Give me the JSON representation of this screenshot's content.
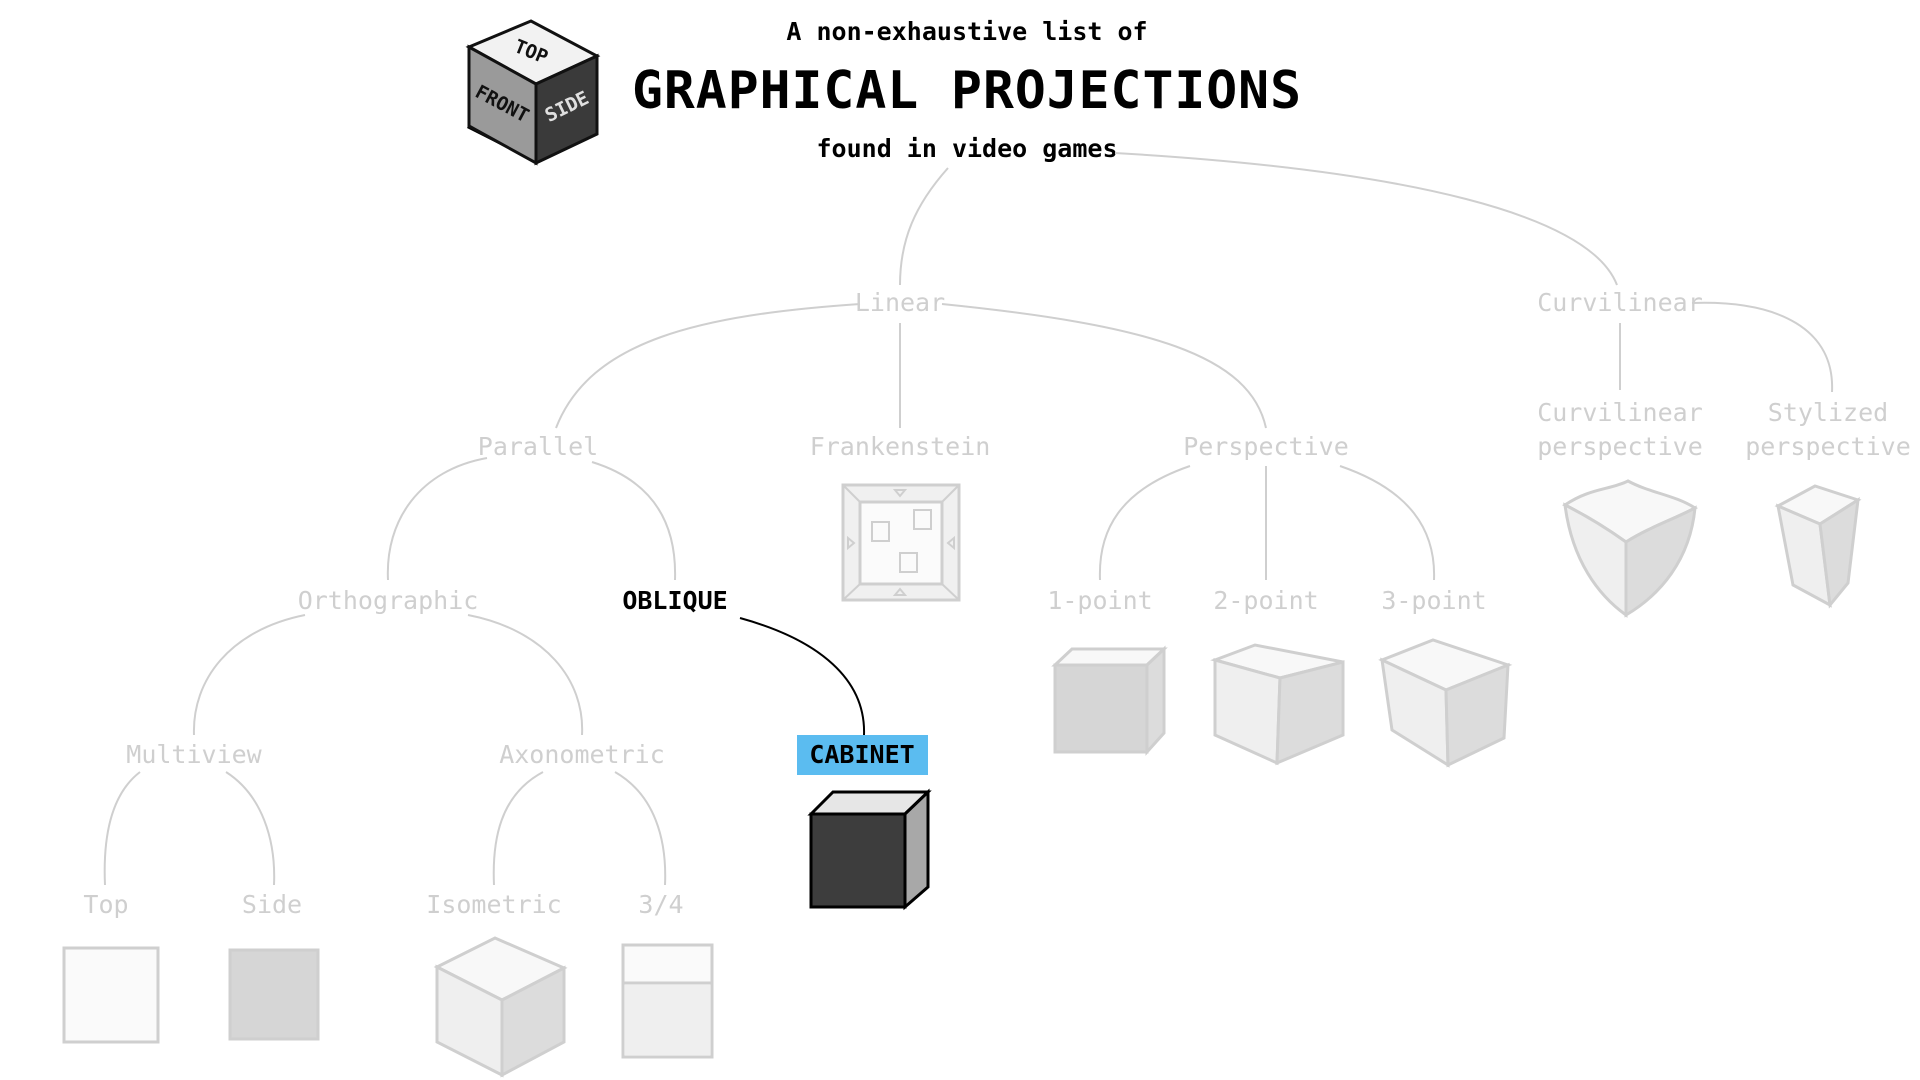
{
  "header": {
    "pre_title": "A non-exhaustive list of",
    "title": "GRAPHICAL PROJECTIONS",
    "subtitle": "found in video games"
  },
  "logo": {
    "top": "TOP",
    "front": "FRONT",
    "side": "SIDE"
  },
  "nodes": {
    "linear": "Linear",
    "curvilinear": "Curvilinear",
    "parallel": "Parallel",
    "frankenstein": "Frankenstein",
    "perspective": "Perspective",
    "curvilinear_perspective_1": "Curvilinear",
    "curvilinear_perspective_2": "perspective",
    "stylized_perspective_1": "Stylized",
    "stylized_perspective_2": "perspective",
    "orthographic": "Orthographic",
    "oblique": "OBLIQUE",
    "one_point": "1-point",
    "two_point": "2-point",
    "three_point": "3-point",
    "multiview": "Multiview",
    "axonometric": "Axonometric",
    "cabinet": "CABINET",
    "top": "Top",
    "side": "Side",
    "isometric": "Isometric",
    "three_quarter": "3/4"
  },
  "highlight": {
    "path": [
      "OBLIQUE",
      "CABINET"
    ],
    "selected": "CABINET",
    "selected_bg": "#5bbcf0",
    "active_color": "#000000",
    "inactive_color": "#cfcfcf"
  },
  "icons": {
    "logo": "labeled-cube-icon",
    "frankenstein": "frankenstein-room-icon",
    "cabinet": "cabinet-cube-icon"
  }
}
